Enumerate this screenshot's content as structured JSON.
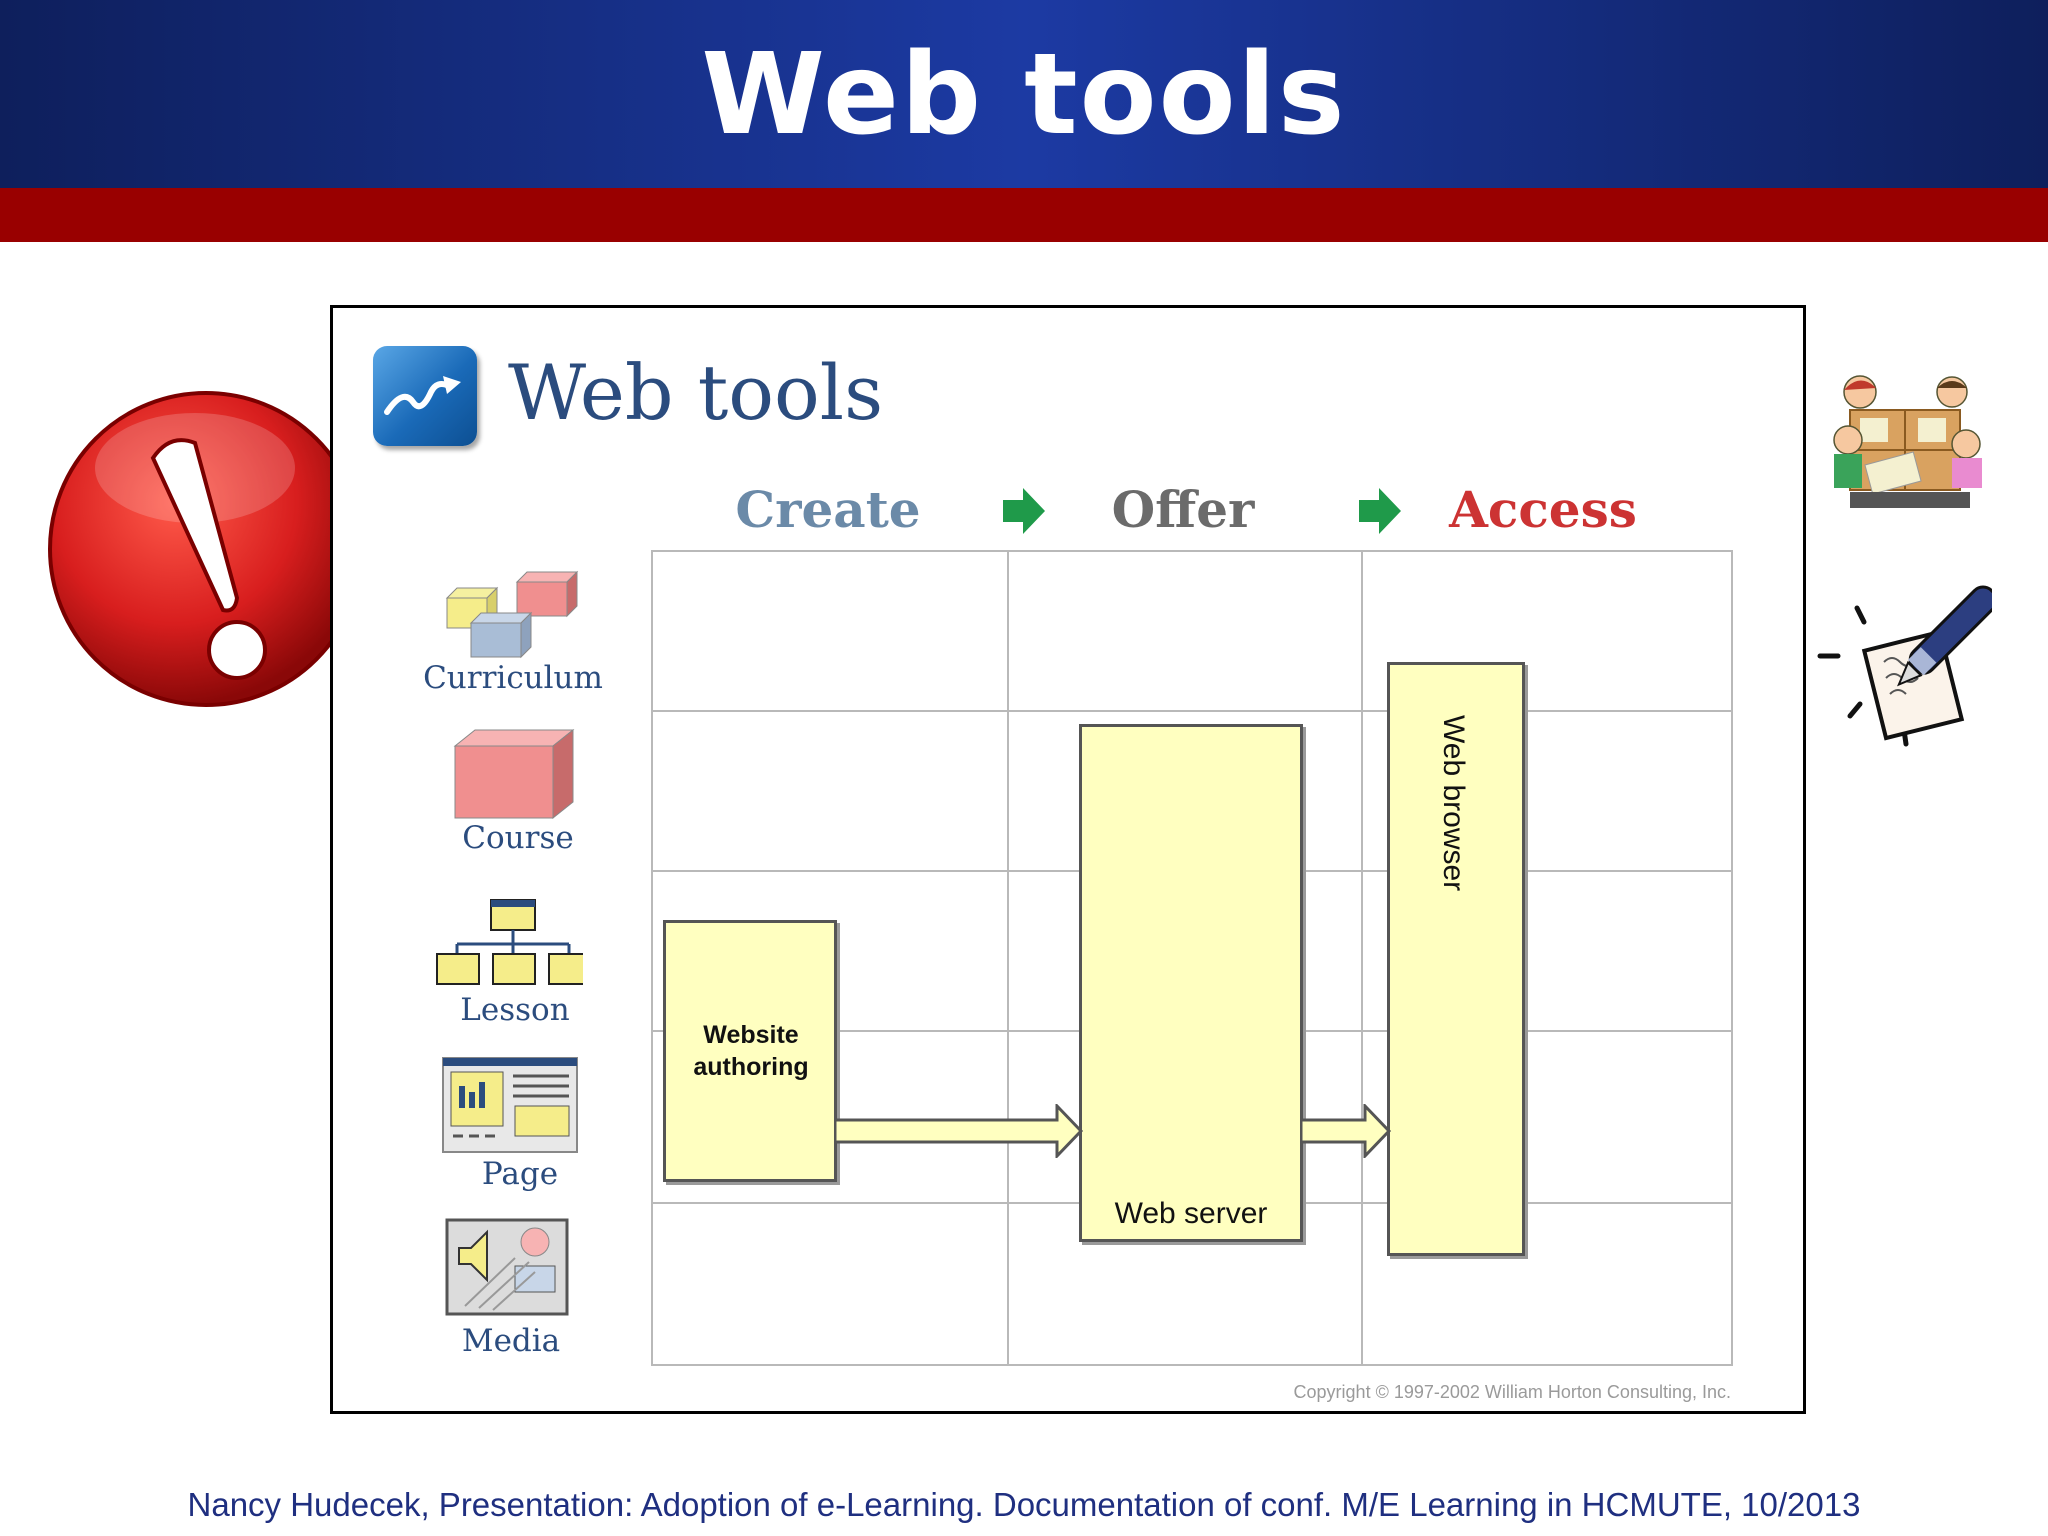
{
  "slide": {
    "title": "Web tools",
    "footer": "Nancy Hudecek, Presentation: Adoption of e-Learning. Documentation of conf. M/E Learning in HCMUTE, 10/2013"
  },
  "figure": {
    "title": "Web tools",
    "columns": [
      {
        "label": "Create",
        "color": "#6b8aa8"
      },
      {
        "label": "Offer",
        "color": "#6b6b6b"
      },
      {
        "label": "Access",
        "color": "#cc3333"
      }
    ],
    "rows": [
      "Curriculum",
      "Course",
      "Lesson",
      "Page",
      "Media"
    ],
    "boxes": {
      "authoring": "Website authoring",
      "server": "Web server",
      "browser": "Web browser"
    },
    "copyright": "Copyright © 1997-2002 William Horton Consulting, Inc."
  },
  "colors": {
    "header_blue": "#1c3aa3",
    "band_red": "#990000",
    "box_fill": "#ffffc0",
    "arrow_green": "#1f9a4a",
    "text_blue": "#2b4c7e"
  },
  "icons": [
    "exclamation-warning-icon",
    "children-reading-icon",
    "pen-and-paper-icon",
    "web-tools-logo-icon"
  ]
}
